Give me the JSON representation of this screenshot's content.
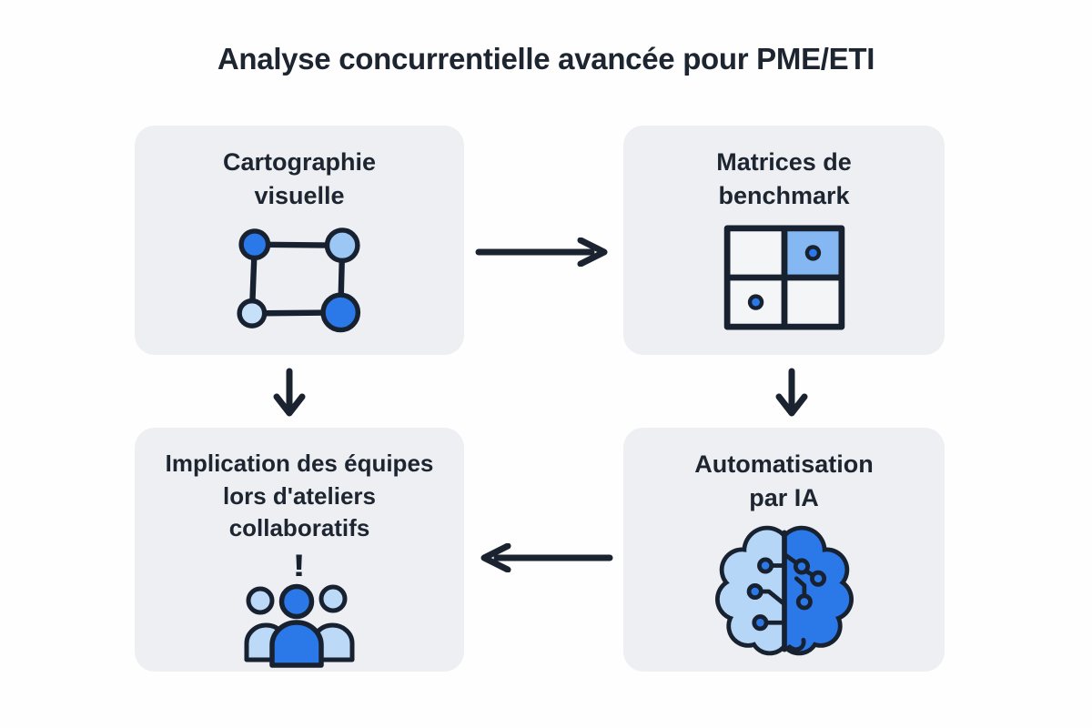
{
  "title": "Analyse concurrentielle avancée pour PME/ETI",
  "palette": {
    "ink": "#172130",
    "blue_strong": "#2b79e8",
    "blue_medium": "#9cc6f4",
    "blue_pale": "#c6e0fa",
    "blue_cell": "#85b7f2",
    "brain_left": "#b6d6f8",
    "people_side": "#bcdaf8",
    "card_bg": "#edeff2",
    "cell_bg": "#f4f5f7",
    "page_bg": "#fefefe"
  },
  "cards": [
    {
      "id": "cartographie-visuelle",
      "title": "Cartographie\nvisuelle",
      "icon": "network-nodes-icon"
    },
    {
      "id": "matrices-benchmark",
      "title": "Matrices de\nbenchmark",
      "icon": "matrix-2x2-icon"
    },
    {
      "id": "implication-equipes",
      "title": "Implication des équipes\nlors d'ateliers\ncollaboratifs",
      "badge": "!",
      "icon": "team-icon"
    },
    {
      "id": "automatisation-ia",
      "title": "Automatisation\npar IA",
      "icon": "ai-brain-icon"
    }
  ],
  "arrows": [
    {
      "from": "cartographie-visuelle",
      "to": "matrices-benchmark",
      "direction": "right"
    },
    {
      "from": "matrices-benchmark",
      "to": "automatisation-ia",
      "direction": "down"
    },
    {
      "from": "cartographie-visuelle",
      "to": "implication-equipes",
      "direction": "down"
    },
    {
      "from": "automatisation-ia",
      "to": "implication-equipes",
      "direction": "left"
    }
  ]
}
